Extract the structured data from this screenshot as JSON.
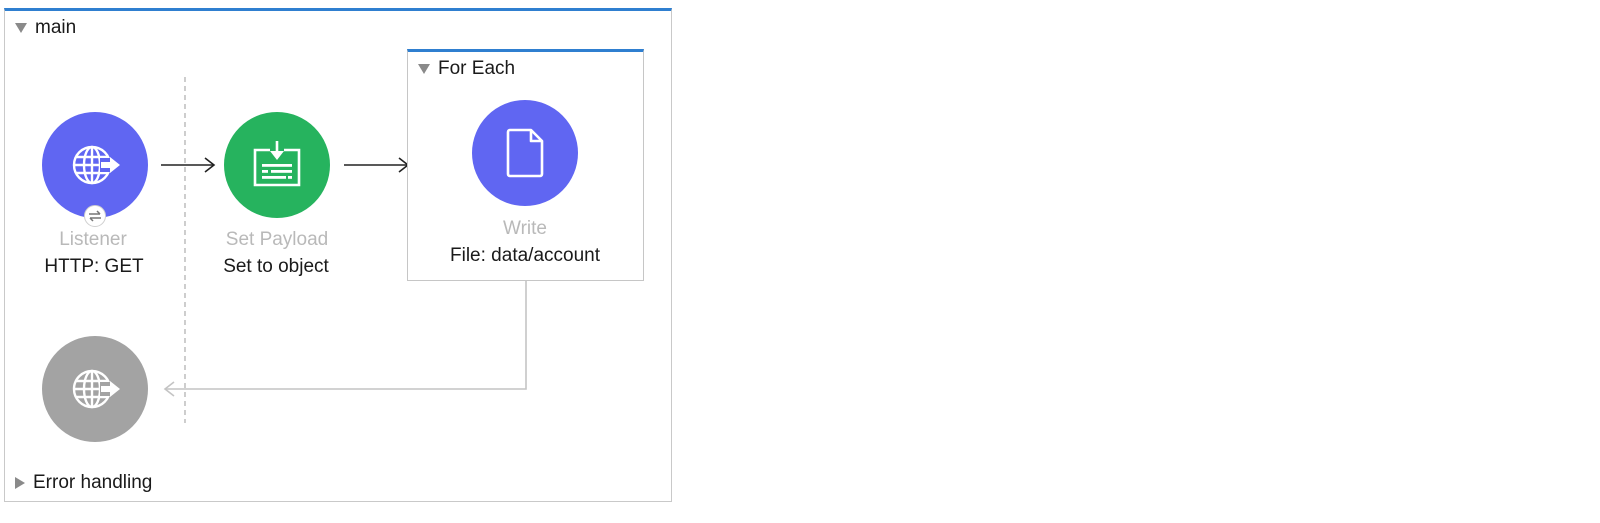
{
  "flow": {
    "name": "main",
    "error_handling_label": "Error handling"
  },
  "listener": {
    "title": "Listener",
    "subtitle": "HTTP: GET",
    "icon": "globe-arrow-icon",
    "color": "#6066f2"
  },
  "set_payload": {
    "title": "Set Payload",
    "subtitle": "Set to object",
    "icon": "set-payload-icon",
    "color": "#26b35e"
  },
  "for_each": {
    "label": "For Each",
    "write": {
      "title": "Write",
      "subtitle": "File: data/account",
      "icon": "file-icon",
      "color": "#6066f2"
    }
  },
  "response": {
    "icon": "globe-arrow-icon",
    "color": "#a3a3a3"
  },
  "colors": {
    "accent_border": "#2f7fd0"
  }
}
